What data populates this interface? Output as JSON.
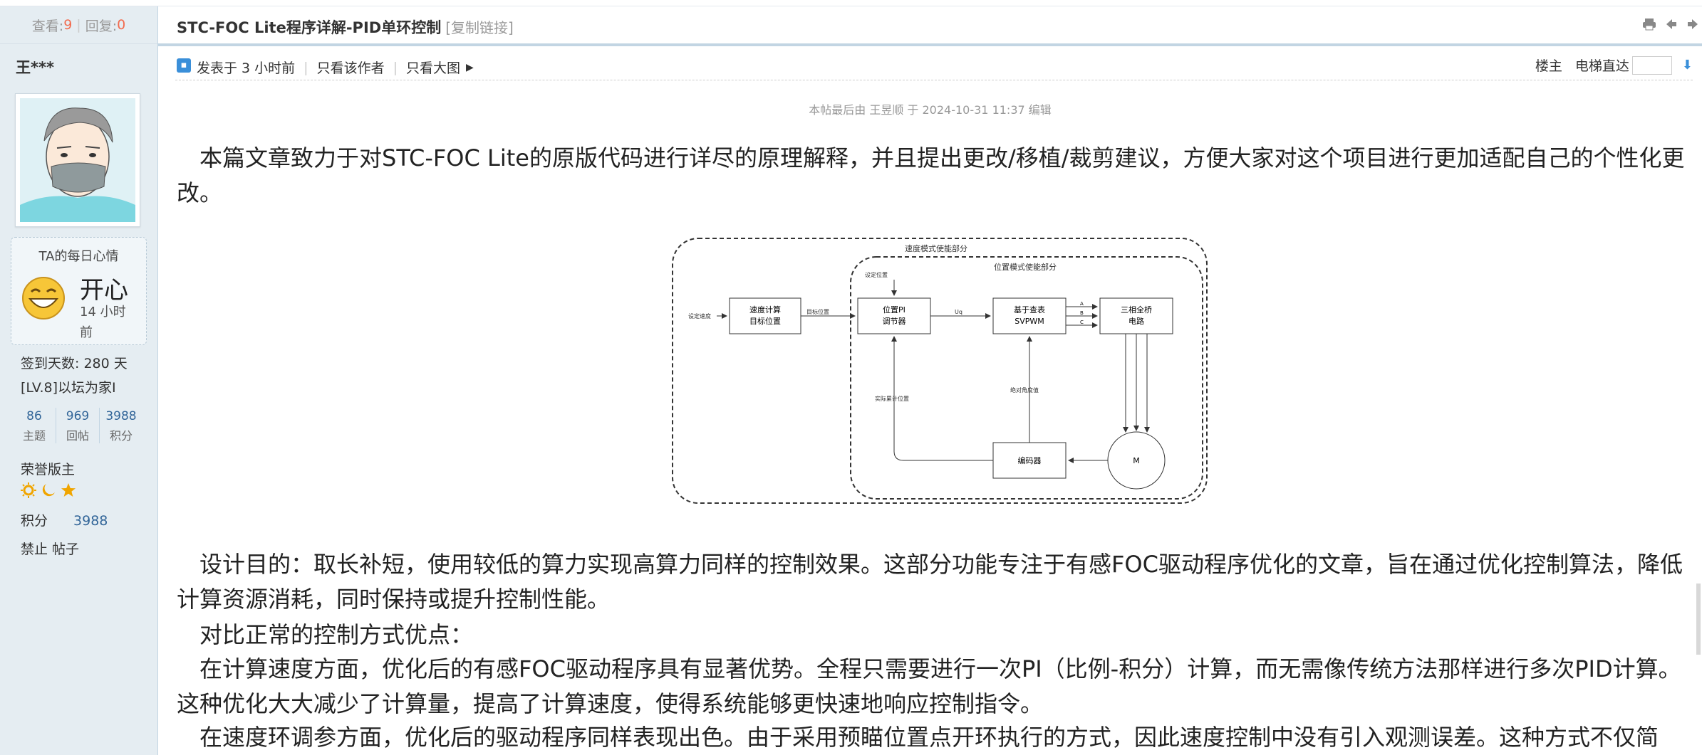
{
  "stats": {
    "views_label": "查看:",
    "views": "9",
    "replies_label": "回复:",
    "replies": "0"
  },
  "author": {
    "name": "王***",
    "mood_title": "TA的每日心情",
    "mood": "开心",
    "mood_time": "14 小时前",
    "sign_days": "签到天数: 280 天",
    "level": "[LV.8]以坛为家I",
    "counts": [
      {
        "value": "86",
        "label": "主题"
      },
      {
        "value": "969",
        "label": "回帖"
      },
      {
        "value": "3988",
        "label": "积分"
      }
    ],
    "honor": "荣誉版主",
    "score_label": "积分",
    "score_value": "3988",
    "ban_text": "禁止 帖子"
  },
  "thread": {
    "title": "STC-FOC Lite程序详解-PID单环控制",
    "copy_link": "[复制链接]"
  },
  "meta": {
    "posted": "发表于 3 小时前",
    "only_author": "只看该作者",
    "big_image": "只看大图",
    "owner": "楼主",
    "elevator": "电梯直达"
  },
  "edited_note": "本帖最后由 王昱顺 于 2024-10-31 11:37 编辑",
  "paragraphs": {
    "intro": "本篇文章致力于对STC-FOC Lite的原版代码进行详尽的原理解释，并且提出更改/移植/裁剪建议，方便大家对这个项目进行更加适配自己的个性化更改。",
    "purpose": "设计目的：取长补短，使用较低的算力实现高算力同样的控制效果。这部分功能专注于有感FOC驱动程序优化的文章，旨在通过优化控制算法，降低计算资源消耗，同时保持或提升控制性能。",
    "compare": "对比正常的控制方式优点：",
    "speed": "在计算速度方面，优化后的有感FOC驱动程序具有显著优势。全程只需要进行一次PI（比例-积分）计算，而无需像传统方法那样进行多次PID计算。这种优化大大减少了计算量，提高了计算速度，使得系统能够更快速地响应控制指令。",
    "tuning": "在速度环调参方面，优化后的驱动程序同样表现出色。由于采用预瞄位置点开环执行的方式，因此速度控制中没有引入观测误差。这种方式不仅简"
  },
  "diagram": {
    "outer_label": "速度模式使能部分",
    "inner_label": "位置模式使能部分",
    "set_speed": "设定速度",
    "speed_block_line1": "速度计算",
    "speed_block_line2": "目标位置",
    "target_pos": "目标位置",
    "set_pos": "设定位置",
    "pi_line1": "位置PI",
    "pi_line2": "调节器",
    "uq": "Uq",
    "svpwm_line1": "基于查表",
    "svpwm_line2": "SVPWM",
    "phase_a": "A",
    "phase_b": "B",
    "phase_c": "C",
    "bridge_line1": "三相全桥",
    "bridge_line2": "电路",
    "actual_pos": "实际累计位置",
    "abs_angle": "绝对角度值",
    "encoder": "编码器",
    "motor": "M"
  }
}
